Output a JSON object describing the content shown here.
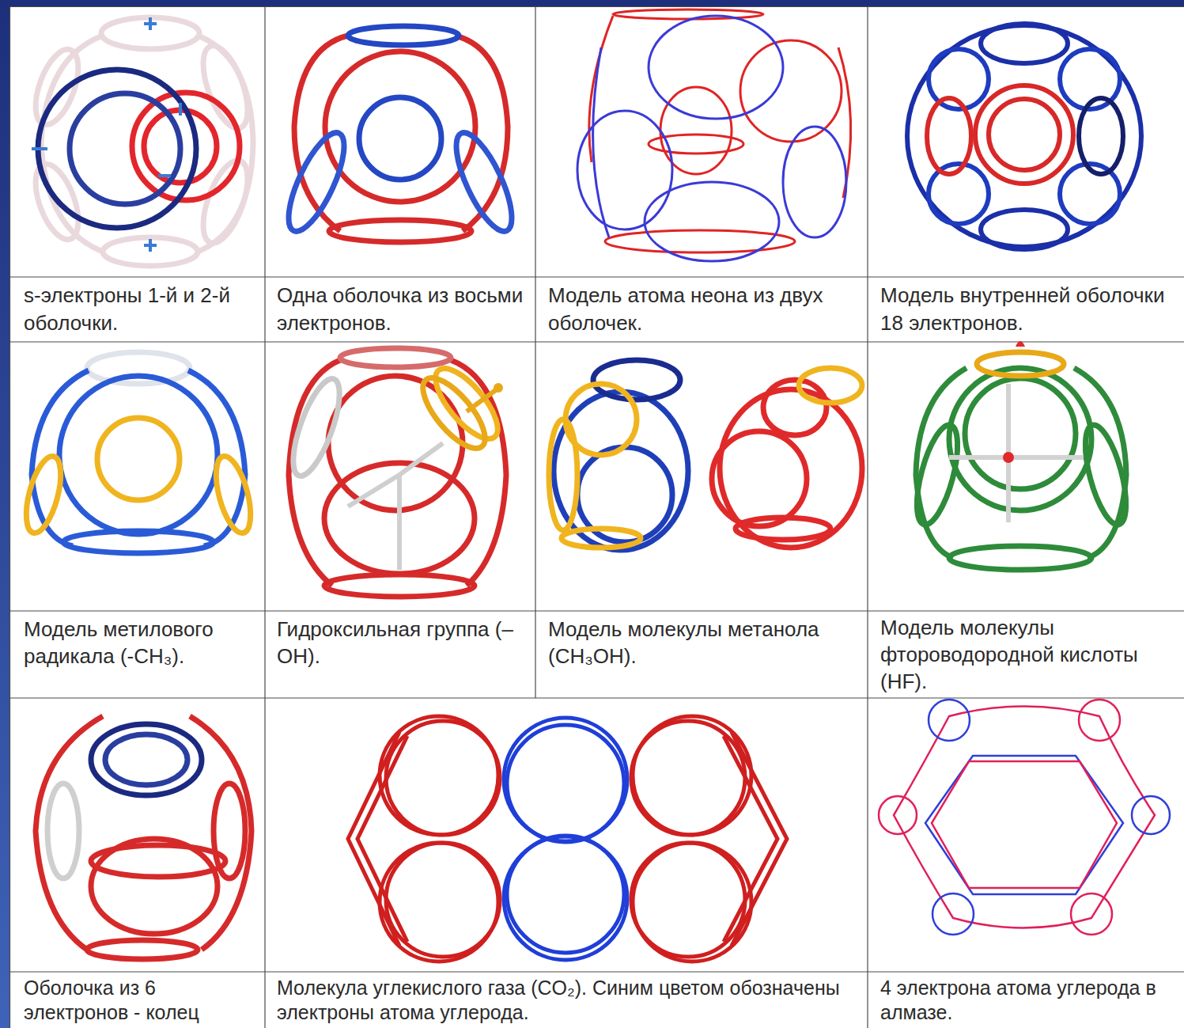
{
  "diagram": {
    "labels": [
      "s-электроны 1-й и 2-й оболочки.",
      "Одна оболочка из восьми электронов.",
      "Модель атома неона из двух оболочек.",
      "Модель внутренней оболочки 18 электронов.",
      "Модель метилового радикала (-CH₃).",
      "Гидроксильная группа (–OH).",
      "Модель молекулы метанола (CH₃OH).",
      "Модель молекулы фтороводородной кислоты (HF).",
      "Оболочка из 6 электронов - колец",
      "Молекула углекислого газа (CO₂). Синим цветом обозначены электроны атома углерода.",
      "4 электрона атома углерода в алмазе."
    ]
  }
}
